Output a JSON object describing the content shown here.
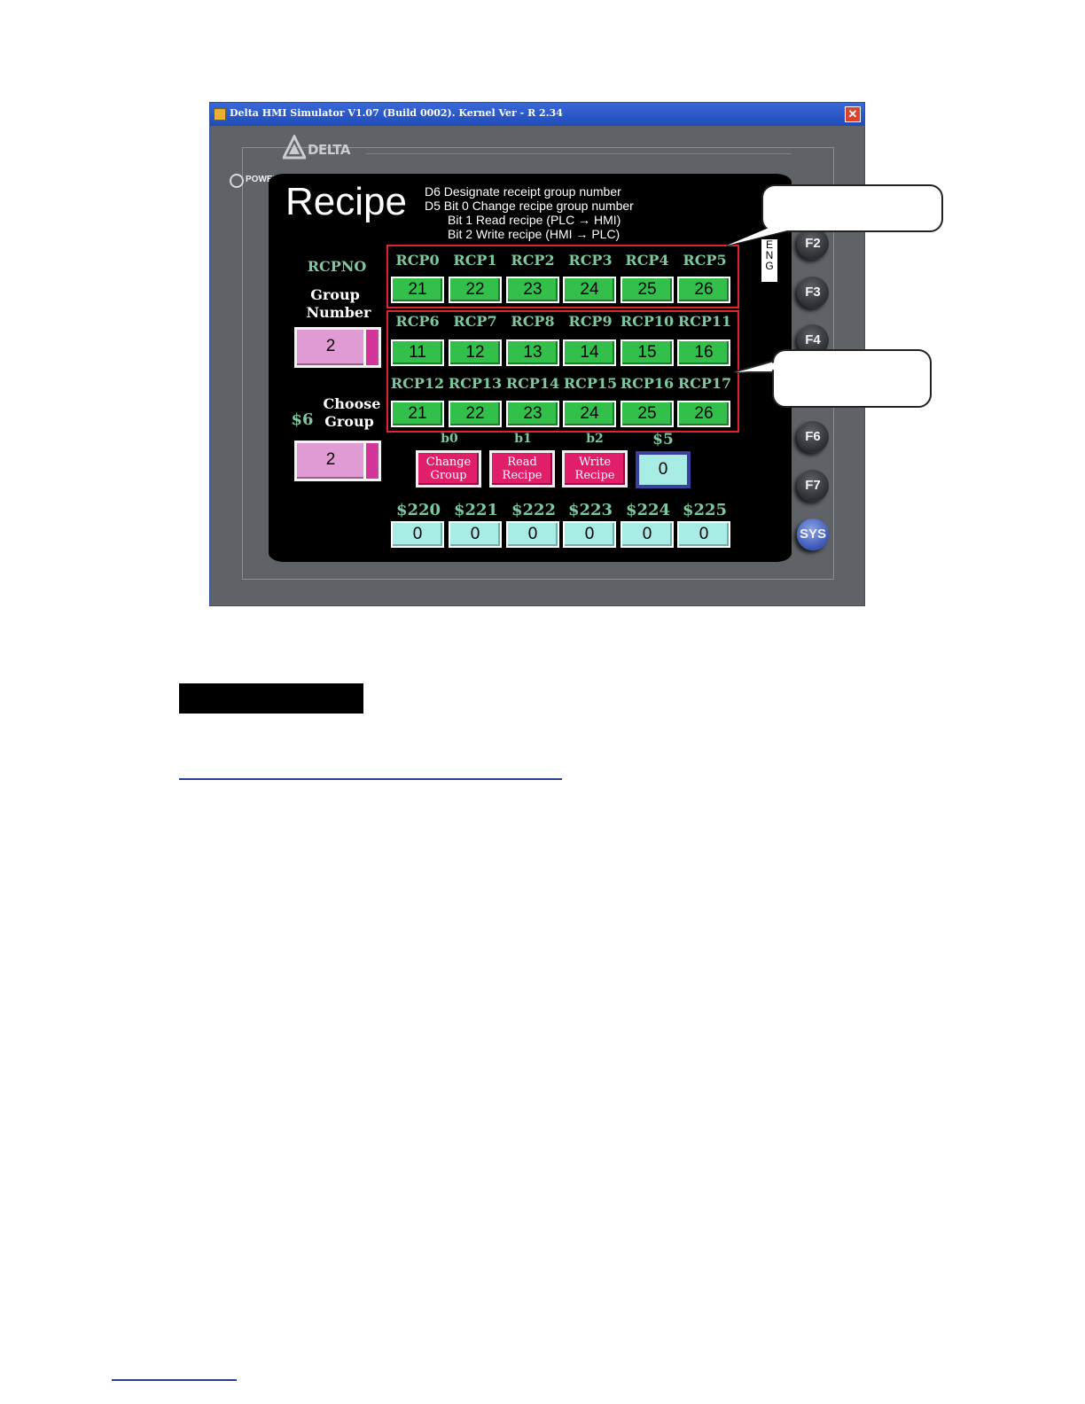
{
  "window": {
    "title": "Delta HMI Simulator V1.07 (Build 0002). Kernel Ver - R 2.34",
    "close_glyph": "✕"
  },
  "device": {
    "logo": "DELTA",
    "power_label": "POWER",
    "function_keys": [
      "F2",
      "F3",
      "F4",
      "F6",
      "F7",
      "SYS"
    ],
    "lang_indicator": [
      "E",
      "N",
      "G"
    ]
  },
  "screen": {
    "title": "Recipe",
    "info": [
      "D6 Designate receipt group number",
      "D5 Bit 0 Change recipe group number",
      "Bit 1 Read recipe (PLC → HMI)",
      "Bit 2 Write recipe (HMI → PLC)"
    ],
    "rcpno_label": "RCPNO",
    "group_number_label_1": "Group",
    "group_number_label_2": "Number",
    "group_number_value": "2",
    "s6_label": "$6",
    "choose_group_label_1": "Choose",
    "choose_group_label_2": "Group",
    "choose_group_value": "2",
    "recipe_row_1": {
      "headers": [
        "RCP0",
        "RCP1",
        "RCP2",
        "RCP3",
        "RCP4",
        "RCP5"
      ],
      "values": [
        "21",
        "22",
        "23",
        "24",
        "25",
        "26"
      ]
    },
    "recipe_row_2": {
      "headers": [
        "RCP6",
        "RCP7",
        "RCP8",
        "RCP9",
        "RCP10",
        "RCP11"
      ],
      "values": [
        "11",
        "12",
        "13",
        "14",
        "15",
        "16"
      ]
    },
    "recipe_row_3": {
      "headers": [
        "RCP12",
        "RCP13",
        "RCP14",
        "RCP15",
        "RCP16",
        "RCP17"
      ],
      "values": [
        "21",
        "22",
        "23",
        "24",
        "25",
        "26"
      ]
    },
    "bit_labels": [
      "b0",
      "b1",
      "b2"
    ],
    "buttons": [
      {
        "line1": "Change",
        "line2": "Group"
      },
      {
        "line1": "Read",
        "line2": "Recipe"
      },
      {
        "line1": "Write",
        "line2": "Recipe"
      }
    ],
    "s5_label": "$5",
    "s5_value": "0",
    "registers": {
      "headers": [
        "$220",
        "$221",
        "$222",
        "$223",
        "$224",
        "$225"
      ],
      "values": [
        "0",
        "0",
        "0",
        "0",
        "0",
        "0"
      ]
    }
  },
  "colors": {
    "cell_green": "#32c04a",
    "cell_cyan": "#a8ece6",
    "label_green": "#7ec8a0",
    "button_pink": "#e01e6a",
    "field_pink": "#e09ad4",
    "highlight_red": "#e02430"
  }
}
